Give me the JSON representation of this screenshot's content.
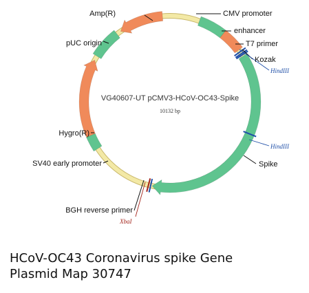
{
  "plasmid": {
    "name": "VG40607-UT pCMV3-HCoV-OC43-Spike",
    "size": "10132 bp"
  },
  "colors": {
    "backbone": "#f3e9a6",
    "backbone_edge": "#c9b86b",
    "green_feature": "#5fc48f",
    "orange_feature": "#f08a5a",
    "site_line": "#1f4fa8",
    "site_xba": "#a3241b",
    "label_line": "#111111"
  },
  "features": [
    {
      "key": "cmv",
      "label": "CMV promoter",
      "color": "green"
    },
    {
      "key": "enhancer",
      "label": "enhancer",
      "color": "orange"
    },
    {
      "key": "t7",
      "label": "T7 primer",
      "color": "site"
    },
    {
      "key": "kozak",
      "label": "Kozak",
      "color": "site"
    },
    {
      "key": "spike",
      "label": "Spike",
      "color": "green"
    },
    {
      "key": "bgh",
      "label": "BGH reverse primer",
      "color": "site"
    },
    {
      "key": "sv40",
      "label": "SV40 early promoter",
      "color": "green"
    },
    {
      "key": "hygro",
      "label": "Hygro(R)",
      "color": "orange"
    },
    {
      "key": "puc",
      "label": "pUC origin",
      "color": "green"
    },
    {
      "key": "amp",
      "label": "Amp(R)",
      "color": "orange"
    }
  ],
  "sites": [
    {
      "key": "hind1",
      "label": "HindIII"
    },
    {
      "key": "hind2",
      "label": "HindIII"
    },
    {
      "key": "xba",
      "label": "XbaI"
    }
  ],
  "caption": {
    "line1": "HCoV-OC43 Coronavirus spike Gene",
    "line2": "Plasmid Map 30747"
  }
}
